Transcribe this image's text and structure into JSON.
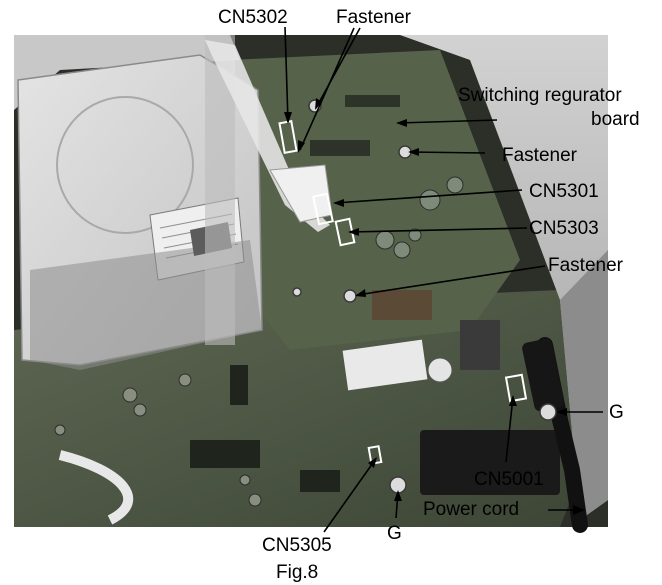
{
  "figure": {
    "caption": "Fig.8",
    "photo_subject": "Internal view of unit with disc drive, switching regulator board and main board"
  },
  "callouts": {
    "cn5302": "CN5302",
    "fastener_top": "Fastener",
    "switching_board_line1": "Switching regurator",
    "switching_board_line2": "board",
    "fastener_right_1": "Fastener",
    "cn5301": "CN5301",
    "cn5303": "CN5303",
    "fastener_right_2": "Fastener",
    "g_right": "G",
    "cn5001": "CN5001",
    "power_cord": "Power cord",
    "cn5305": "CN5305",
    "g_bottom": "G"
  },
  "colors": {
    "pcb_green": "#4f5a44",
    "chassis_grey": "#b9b9b9",
    "drive_light": "#d6d6d6"
  }
}
